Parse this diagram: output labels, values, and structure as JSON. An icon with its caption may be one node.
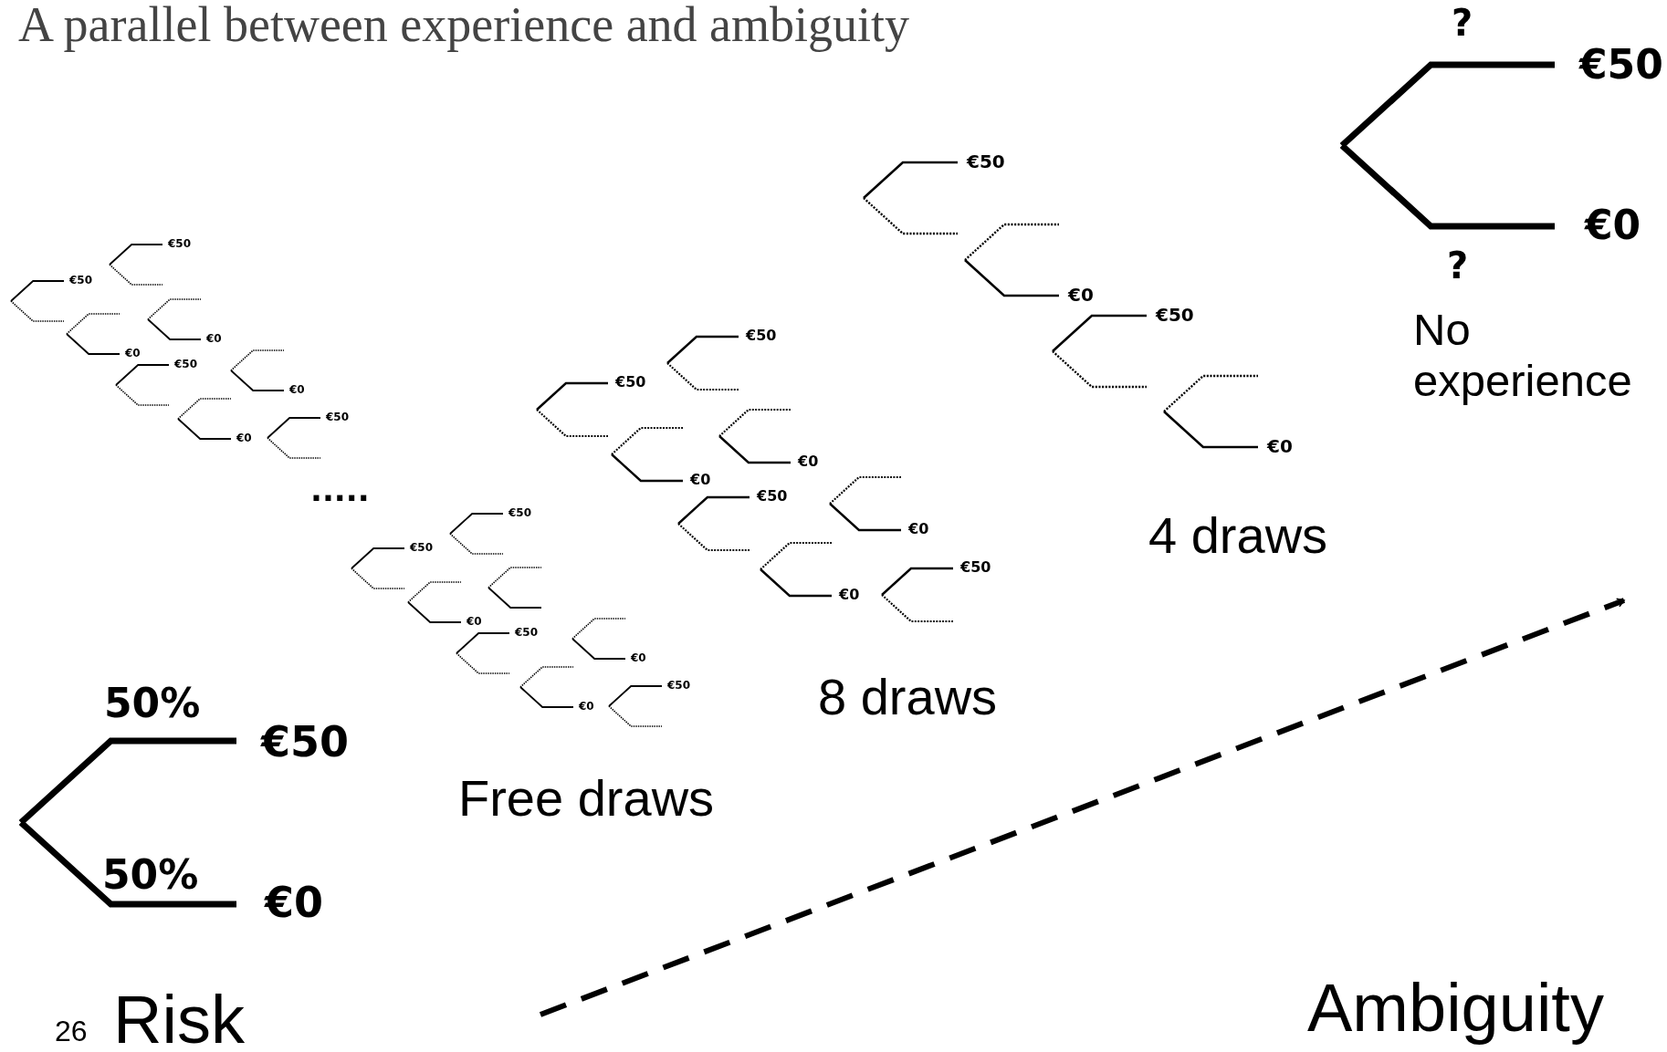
{
  "diagram": {
    "title": "A parallel between experience and ambiguity",
    "labels": [
      "?",
      "€50",
      "€0",
      "?",
      "No experience",
      "€50",
      "€0",
      "€50",
      "€0",
      "4 draws",
      "€50",
      "€50",
      "€0",
      "€0",
      "€50",
      "€0",
      "€0",
      "€50",
      "8 draws",
      "€50",
      "€50",
      "€0",
      "€0",
      "€50",
      "€0",
      "€0",
      "€50",
      ".....",
      "€50",
      "€50",
      "€0",
      "€50",
      "€0",
      "€0",
      "€50",
      "Free draws",
      "50%",
      "€50",
      "50%",
      "€0",
      "26",
      "Risk",
      "Ambiguity"
    ]
  }
}
